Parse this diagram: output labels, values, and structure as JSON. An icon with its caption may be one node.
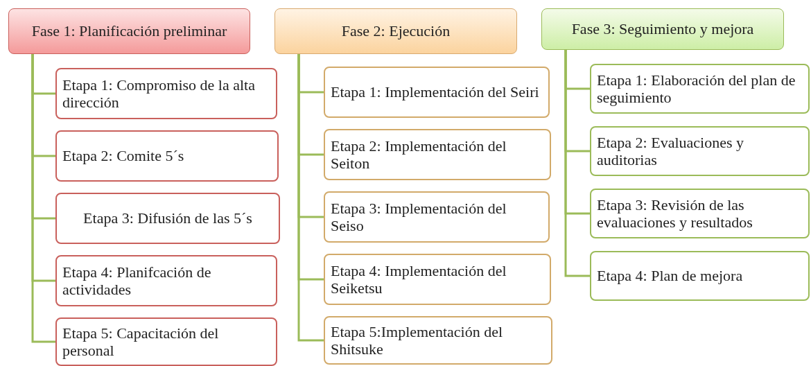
{
  "diagram": {
    "nodes": [
      {
        "text": [
          "Fase 1: Planificación preliminar"
        ]
      },
      {
        "text": [
          "Etapa 1: Compromiso de la alta dirección"
        ]
      },
      {
        "text": [
          "Etapa 2: Comite 5´s"
        ]
      },
      {
        "text": [
          "Etapa 3: Difusión de las 5´s"
        ]
      },
      {
        "text": [
          "Etapa 4: Planifcación  de actividades"
        ]
      },
      {
        "text": [
          "Etapa 5: Capacitación del personal"
        ]
      },
      {
        "text": [
          "Fase 2: Ejecución"
        ]
      },
      {
        "text": [
          "Etapa 1: Implementación del Seiri"
        ]
      },
      {
        "text": [
          "Etapa 2: Implementación del Seiton"
        ]
      },
      {
        "text": [
          "Etapa 3: Implementación del Seiso"
        ]
      },
      {
        "text": [
          "Etapa 4: Implementación del Seiketsu"
        ]
      },
      {
        "text": [
          "Etapa 5:Implementación del Shitsuke"
        ]
      },
      {
        "text": [
          "Fase 3: Seguimiento y mejora"
        ]
      },
      {
        "text": [
          "Etapa 1: Elaboración del plan de seguimiento"
        ]
      },
      {
        "text": [
          "Etapa 2: Evaluaciones y auditorias"
        ]
      },
      {
        "text": [
          "Etapa 3: Revisión de las evaluaciones y resultados"
        ]
      },
      {
        "text": [
          "Etapa 4: Plan de mejora"
        ]
      }
    ],
    "edges": [
      {
        "from": 0,
        "to": 1,
        "arrow": "none"
      },
      {
        "from": 0,
        "to": 2,
        "arrow": "none"
      },
      {
        "from": 0,
        "to": 3,
        "arrow": "none"
      },
      {
        "from": 0,
        "to": 4,
        "arrow": "none"
      },
      {
        "from": 0,
        "to": 5,
        "arrow": "none"
      },
      {
        "from": 6,
        "to": 7,
        "arrow": "none"
      },
      {
        "from": 6,
        "to": 8,
        "arrow": "none"
      },
      {
        "from": 6,
        "to": 9,
        "arrow": "none"
      },
      {
        "from": 6,
        "to": 10,
        "arrow": "none"
      },
      {
        "from": 6,
        "to": 11,
        "arrow": "none"
      },
      {
        "from": 12,
        "to": 13,
        "arrow": "none"
      },
      {
        "from": 12,
        "to": 14,
        "arrow": "none"
      },
      {
        "from": 12,
        "to": 15,
        "arrow": "none"
      },
      {
        "from": 12,
        "to": 16,
        "arrow": "none"
      }
    ]
  }
}
